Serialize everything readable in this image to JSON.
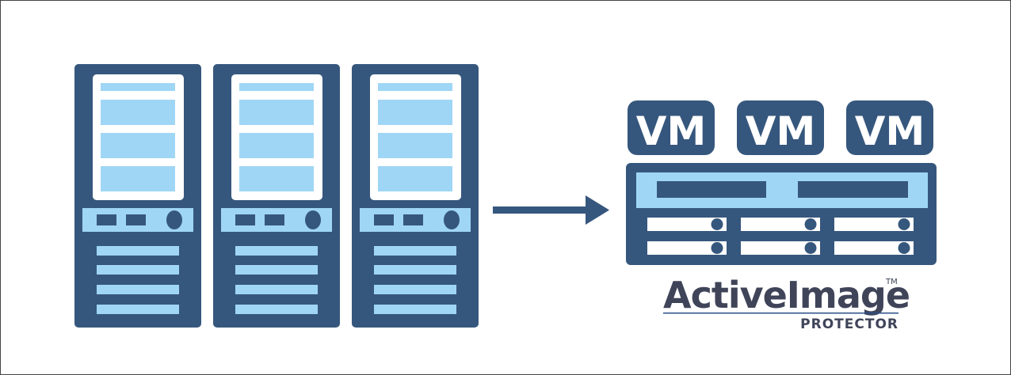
{
  "diagram": {
    "description": "Physical servers migrated to virtual machines",
    "source": {
      "label": "physical-servers",
      "count": 3
    },
    "arrow": "right",
    "target": {
      "vm_labels": [
        "VM",
        "VM",
        "VM"
      ],
      "host": "virtual-host-server"
    },
    "logo": {
      "name": "ActiveImage",
      "trademark": "TM",
      "product": "PROTECTOR"
    },
    "colors": {
      "dark_blue": "#36577d",
      "light_blue": "#a0d6f5",
      "white": "#ffffff",
      "logo_text": "#3f4459",
      "logo_line": "#2a4f86"
    }
  }
}
